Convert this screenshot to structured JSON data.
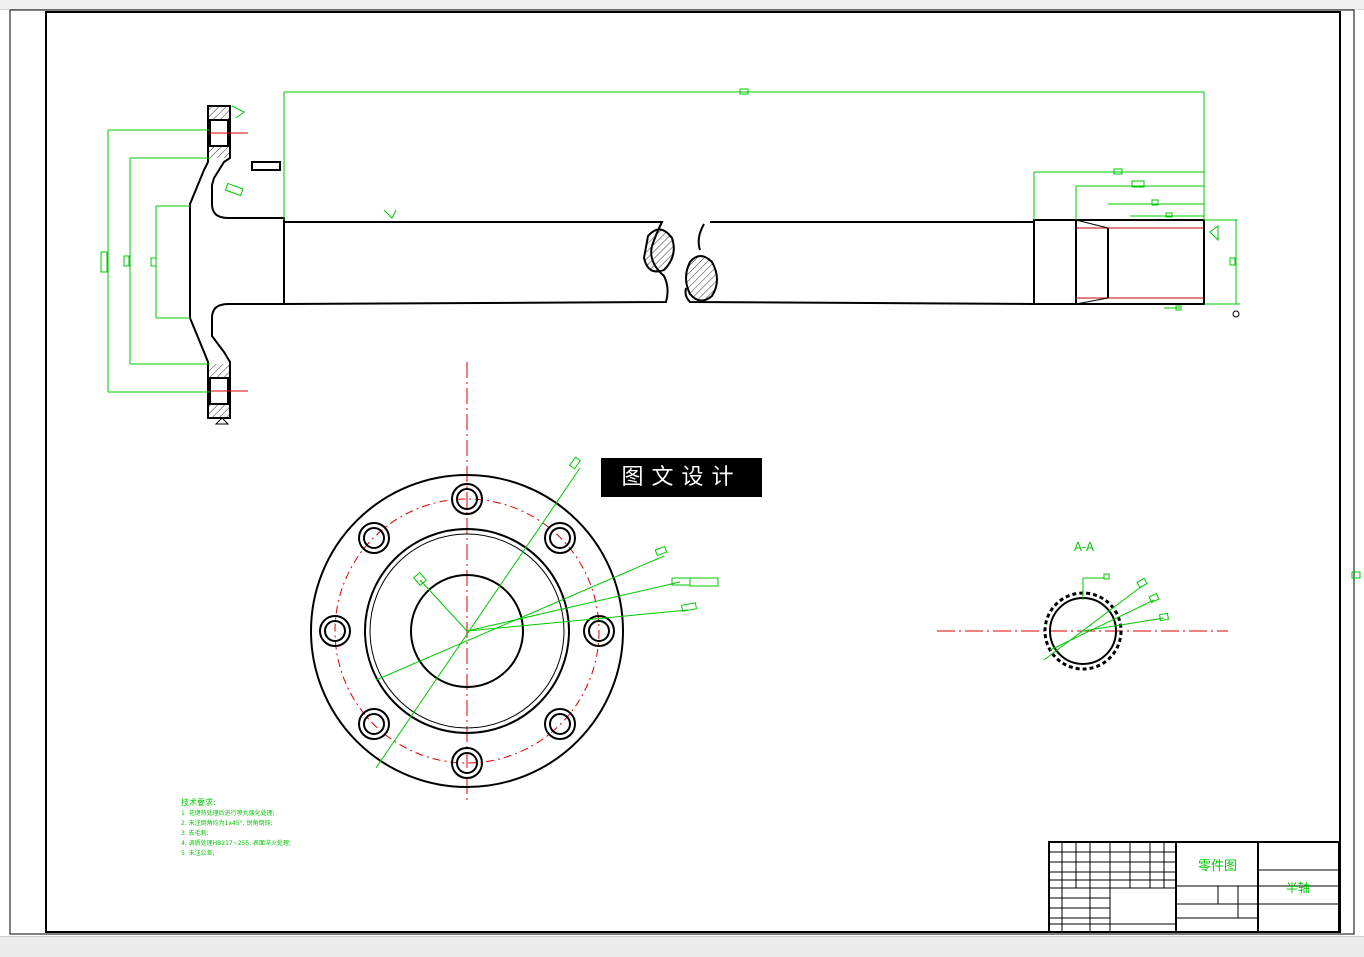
{
  "watermark": "图文设计",
  "section_label": "A-A",
  "technical_requirements": {
    "heading": "技术要求:",
    "items": [
      "1. 花键热处理后进行喷丸强化处理;",
      "2. 未注倒角均为1x45°, 锐角倒钝;",
      "3. 去毛刺;",
      "4. 调质处理HB217~255, 表面淬火处理;",
      "5. 未注公差;"
    ]
  },
  "title_block": {
    "drawing_type": "零件图",
    "part_name": "半轴"
  },
  "colors": {
    "outline": "#000000",
    "dimension": "#00c800",
    "centerline": "#e00000",
    "hatch": "#444444"
  }
}
